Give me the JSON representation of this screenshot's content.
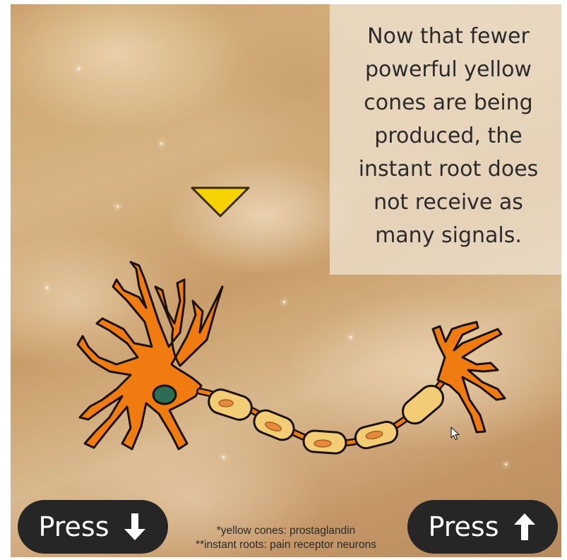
{
  "slide": {
    "caption": "Now that fewer\npowerful yellow\ncones are being\nproduced, the\ninstant root does\nnot receive as\nmany signals.",
    "marker_icon": "triangle-down-icon",
    "marker_color": "#f5d200",
    "illustration": "neuron-diagram",
    "footnotes": [
      "*yellow cones: prostaglandin",
      "**instant roots: pain receptor neurons"
    ]
  },
  "controls": {
    "press_down": {
      "label": "Press",
      "icon": "arrow-down-icon"
    },
    "press_up": {
      "label": "Press",
      "icon": "arrow-up-icon"
    }
  },
  "colors": {
    "neuron_body": "#f07b10",
    "axon_segment": "#f3cd76",
    "nucleus": "#2e6b55",
    "button_bg": "#262626"
  }
}
